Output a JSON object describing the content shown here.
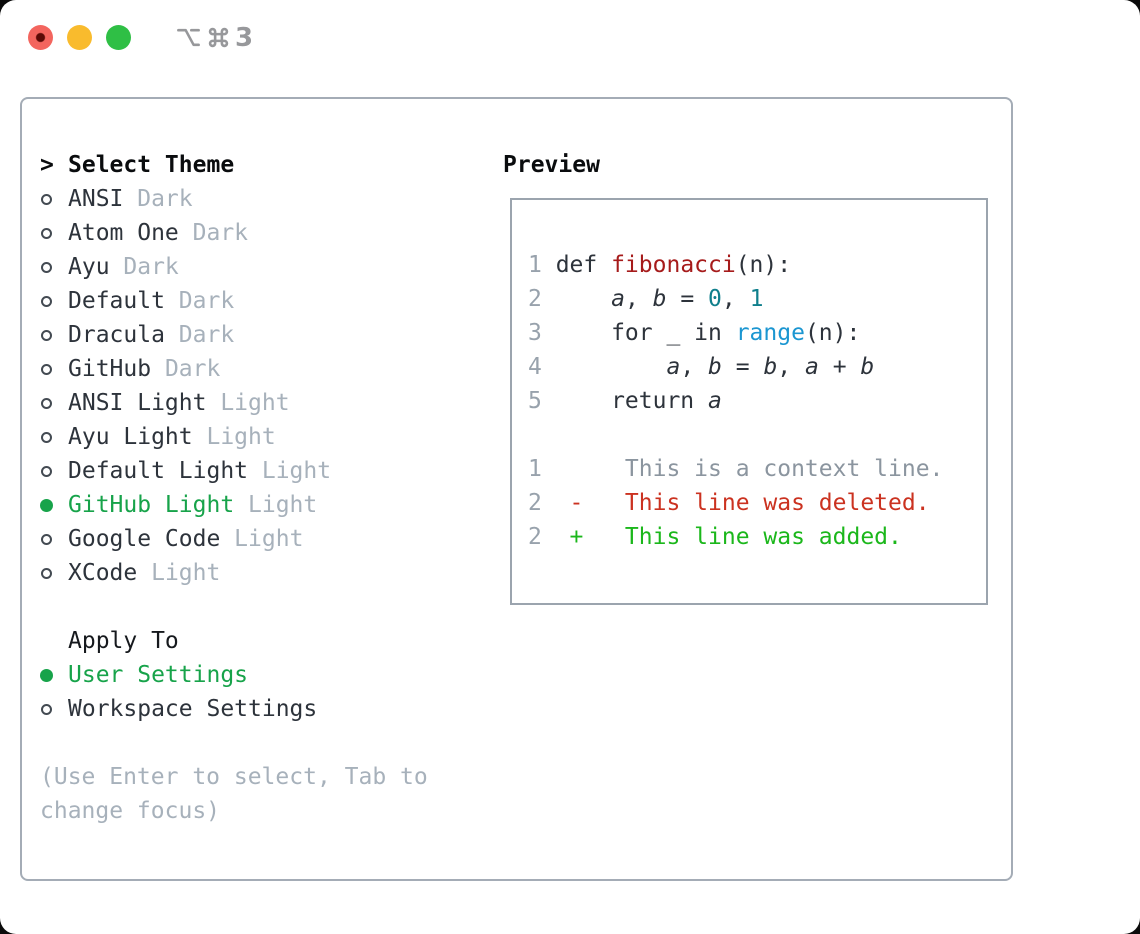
{
  "window": {
    "traffic_lights": [
      "close",
      "minimize",
      "zoom"
    ],
    "shortcut": {
      "icon_names": [
        "option-icon",
        "command-icon"
      ],
      "number": "3"
    }
  },
  "theme_picker": {
    "header": {
      "marker": ">",
      "label": "Select Theme"
    },
    "themes": [
      {
        "name": "ANSI",
        "tag": "Dark",
        "selected": false
      },
      {
        "name": "Atom One",
        "tag": "Dark",
        "selected": false
      },
      {
        "name": "Ayu",
        "tag": "Dark",
        "selected": false
      },
      {
        "name": "Default",
        "tag": "Dark",
        "selected": false
      },
      {
        "name": "Dracula",
        "tag": "Dark",
        "selected": false
      },
      {
        "name": "GitHub",
        "tag": "Dark",
        "selected": false
      },
      {
        "name": "ANSI Light",
        "tag": "Light",
        "selected": false
      },
      {
        "name": "Ayu Light",
        "tag": "Light",
        "selected": false
      },
      {
        "name": "Default Light",
        "tag": "Light",
        "selected": false
      },
      {
        "name": "GitHub Light",
        "tag": "Light",
        "selected": true
      },
      {
        "name": "Google Code",
        "tag": "Light",
        "selected": false
      },
      {
        "name": "XCode",
        "tag": "Light",
        "selected": false
      }
    ],
    "apply_to": {
      "label": "Apply To",
      "options": [
        {
          "name": "User Settings",
          "selected": true
        },
        {
          "name": "Workspace Settings",
          "selected": false
        }
      ]
    },
    "hint_lines": [
      "(Use Enter to select, Tab to",
      "change focus)"
    ]
  },
  "preview": {
    "title": "Preview",
    "code_lines": [
      {
        "num": "1",
        "tokens": [
          {
            "t": "def ",
            "c": "plain"
          },
          {
            "t": "fibonacci",
            "c": "fn"
          },
          {
            "t": "(n):",
            "c": "plain"
          }
        ]
      },
      {
        "num": "2",
        "tokens": [
          {
            "t": "    ",
            "c": "plain"
          },
          {
            "t": "a",
            "c": "var"
          },
          {
            "t": ", ",
            "c": "plain"
          },
          {
            "t": "b",
            "c": "var"
          },
          {
            "t": " = ",
            "c": "plain"
          },
          {
            "t": "0",
            "c": "num"
          },
          {
            "t": ", ",
            "c": "plain"
          },
          {
            "t": "1",
            "c": "num"
          }
        ]
      },
      {
        "num": "3",
        "tokens": [
          {
            "t": "    for _ in ",
            "c": "plain"
          },
          {
            "t": "range",
            "c": "builtin"
          },
          {
            "t": "(n):",
            "c": "plain"
          }
        ]
      },
      {
        "num": "4",
        "tokens": [
          {
            "t": "        ",
            "c": "plain"
          },
          {
            "t": "a",
            "c": "var"
          },
          {
            "t": ", ",
            "c": "plain"
          },
          {
            "t": "b",
            "c": "var"
          },
          {
            "t": " = ",
            "c": "plain"
          },
          {
            "t": "b",
            "c": "var"
          },
          {
            "t": ", ",
            "c": "plain"
          },
          {
            "t": "a",
            "c": "var"
          },
          {
            "t": " + ",
            "c": "plain"
          },
          {
            "t": "b",
            "c": "var"
          }
        ]
      },
      {
        "num": "5",
        "tokens": [
          {
            "t": "    return ",
            "c": "plain"
          },
          {
            "t": "a",
            "c": "var"
          }
        ]
      }
    ],
    "diff_lines": [
      {
        "num": "1",
        "tokens": [
          {
            "t": "     This is a context line.",
            "c": "ctx"
          }
        ]
      },
      {
        "num": "2",
        "tokens": [
          {
            "t": " -   This line was deleted.",
            "c": "del"
          }
        ]
      },
      {
        "num": "2",
        "tokens": [
          {
            "t": " +   This line was added.",
            "c": "add"
          }
        ]
      }
    ]
  },
  "colors": {
    "selection_green": "#17a34a",
    "diff_added_green": "#1bb71b",
    "diff_deleted_red": "#cb3220",
    "code_function_red": "#a61b1b",
    "code_number_teal": "#0f7f8c",
    "code_builtin_blue": "#1b96d1",
    "muted_gray": "#a7b1bb",
    "text_dark": "#2d333b",
    "panel_border": "#a4acb6",
    "traffic_red": "#f3655e",
    "traffic_yellow": "#f9bb2d",
    "traffic_green": "#2fbf45"
  }
}
